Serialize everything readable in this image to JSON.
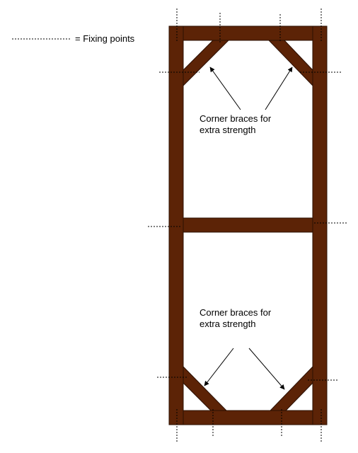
{
  "legend": {
    "text": "= Fixing points"
  },
  "annotations": {
    "top_braces": [
      "Corner braces for",
      "extra strength"
    ],
    "bottom_braces": [
      "Corner braces for",
      "extra strength"
    ]
  },
  "colors": {
    "timber": "#5c2306",
    "outline": "#2b1003",
    "fixing_line": "#000000",
    "arrow": "#000000",
    "background": "#ffffff"
  }
}
